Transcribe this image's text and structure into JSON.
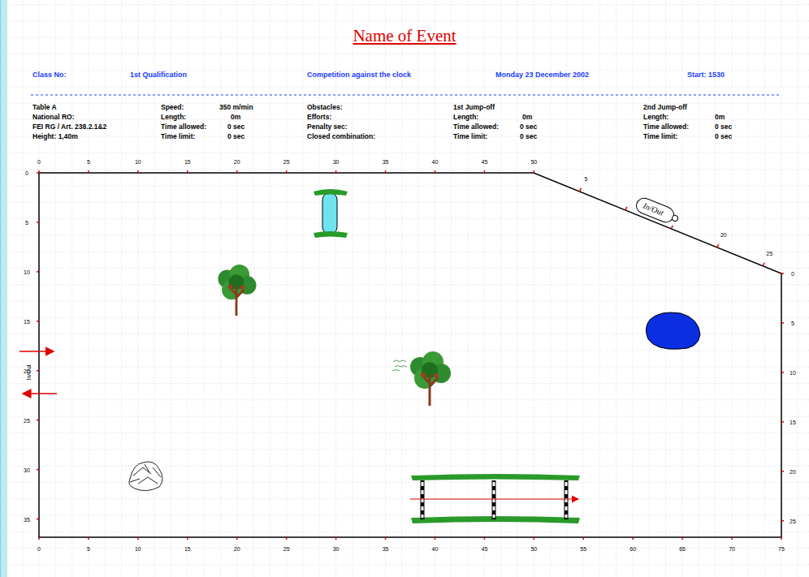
{
  "diagram": {
    "title": "Name of Event",
    "nodes": [
      {
        "text": [
          "In/Out"
        ]
      }
    ],
    "labels": [
      "Class No:",
      "1st Qualification",
      "Competition against the clock",
      "Monday 23 December 2002",
      "Start: 1530",
      "Table A",
      "National RO:",
      "FEI RG / Art. 238.2.1&2",
      "Height: 1,40m",
      "Speed:",
      "350 m/min",
      "Length:",
      "0m",
      "Time allowed:",
      "0 sec",
      "Time limit:",
      "0 sec",
      "Obstacles:",
      "Efforts:",
      "Penalty sec:",
      "Closed combination:",
      "1st Jump-off",
      "Length:",
      "0m",
      "Time allowed:",
      "0 sec",
      "Time limit:",
      "0 sec",
      "2nd Jump-off",
      "Length:",
      "0m",
      "Time allowed:",
      "0 sec",
      "Time limit:",
      "0 sec",
      "0",
      "5",
      "10",
      "15",
      "20",
      "25",
      "30",
      "35",
      "40",
      "45",
      "50",
      "5",
      "20",
      "25",
      "0",
      "5",
      "10",
      "15",
      "20",
      "25",
      "30",
      "35",
      "0",
      "5",
      "10",
      "15",
      "20",
      "25",
      "0",
      "5",
      "10",
      "15",
      "20",
      "25",
      "30",
      "35",
      "40",
      "45",
      "50",
      "55",
      "60",
      "65",
      "70",
      "75",
      "In/Out"
    ]
  }
}
